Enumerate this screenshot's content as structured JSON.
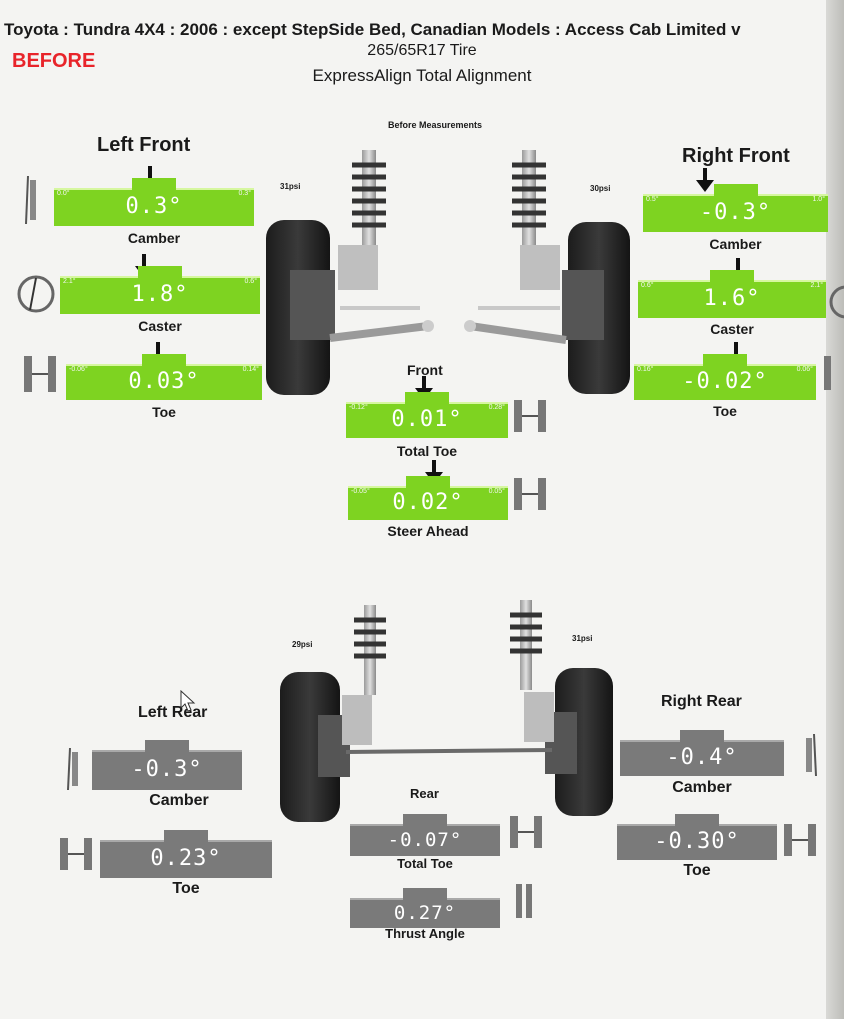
{
  "header": {
    "vehicle": "Toyota : Tundra 4X4 : 2006 : except StepSide Bed, Canadian Models : Access Cab Limited v",
    "tire": "265/65R17 Tire",
    "procedure": "ExpressAlign Total Alignment",
    "badge": "BEFORE",
    "measurements": "Before Measurements"
  },
  "pressures": {
    "left_front": "31psi",
    "right_front": "30psi",
    "left_rear": "29psi",
    "right_rear": "31psi"
  },
  "left_front": {
    "title": "Left Front",
    "camber": {
      "label": "Camber",
      "value": "0.3°",
      "min": "0.0°",
      "max": "0.3°"
    },
    "caster": {
      "label": "Caster",
      "value": "1.8°",
      "min": "2.1°",
      "max": "0.6°"
    },
    "toe": {
      "label": "Toe",
      "value": "0.03°",
      "min": "-0.06°",
      "max": "0.14°"
    }
  },
  "right_front": {
    "title": "Right Front",
    "camber": {
      "label": "Camber",
      "value": "-0.3°",
      "min": "0.5°",
      "max": "1.0°"
    },
    "caster": {
      "label": "Caster",
      "value": "1.6°",
      "min": "0.6°",
      "max": "2.1°"
    },
    "toe": {
      "label": "Toe",
      "value": "-0.02°",
      "min": "0.16°",
      "max": "0.06°"
    }
  },
  "front": {
    "title": "Front",
    "total_toe": {
      "label": "Total Toe",
      "value": "0.01°",
      "min": "-0.12°",
      "max": "0.28°"
    },
    "steer_ahead": {
      "label": "Steer Ahead",
      "value": "0.02°",
      "min": "-0.05°",
      "max": "0.05°"
    }
  },
  "left_rear": {
    "title": "Left Rear",
    "camber": {
      "label": "Camber",
      "value": "-0.3°"
    },
    "toe": {
      "label": "Toe",
      "value": "0.23°"
    }
  },
  "right_rear": {
    "title": "Right Rear",
    "camber": {
      "label": "Camber",
      "value": "-0.4°"
    },
    "toe": {
      "label": "Toe",
      "value": "-0.30°"
    }
  },
  "rear": {
    "title": "Rear",
    "total_toe": {
      "label": "Total Toe",
      "value": "-0.07°"
    },
    "thrust_angle": {
      "label": "Thrust Angle",
      "value": "0.27°"
    }
  },
  "icons": [
    "camber-icon",
    "caster-icon",
    "toe-icon",
    "wheel-icon",
    "coil-spring-icon",
    "mouse-cursor-icon"
  ],
  "colors": {
    "in_spec": "#7ed321",
    "not_specified": "#7a7a7a",
    "before_badge": "#e8242a"
  }
}
